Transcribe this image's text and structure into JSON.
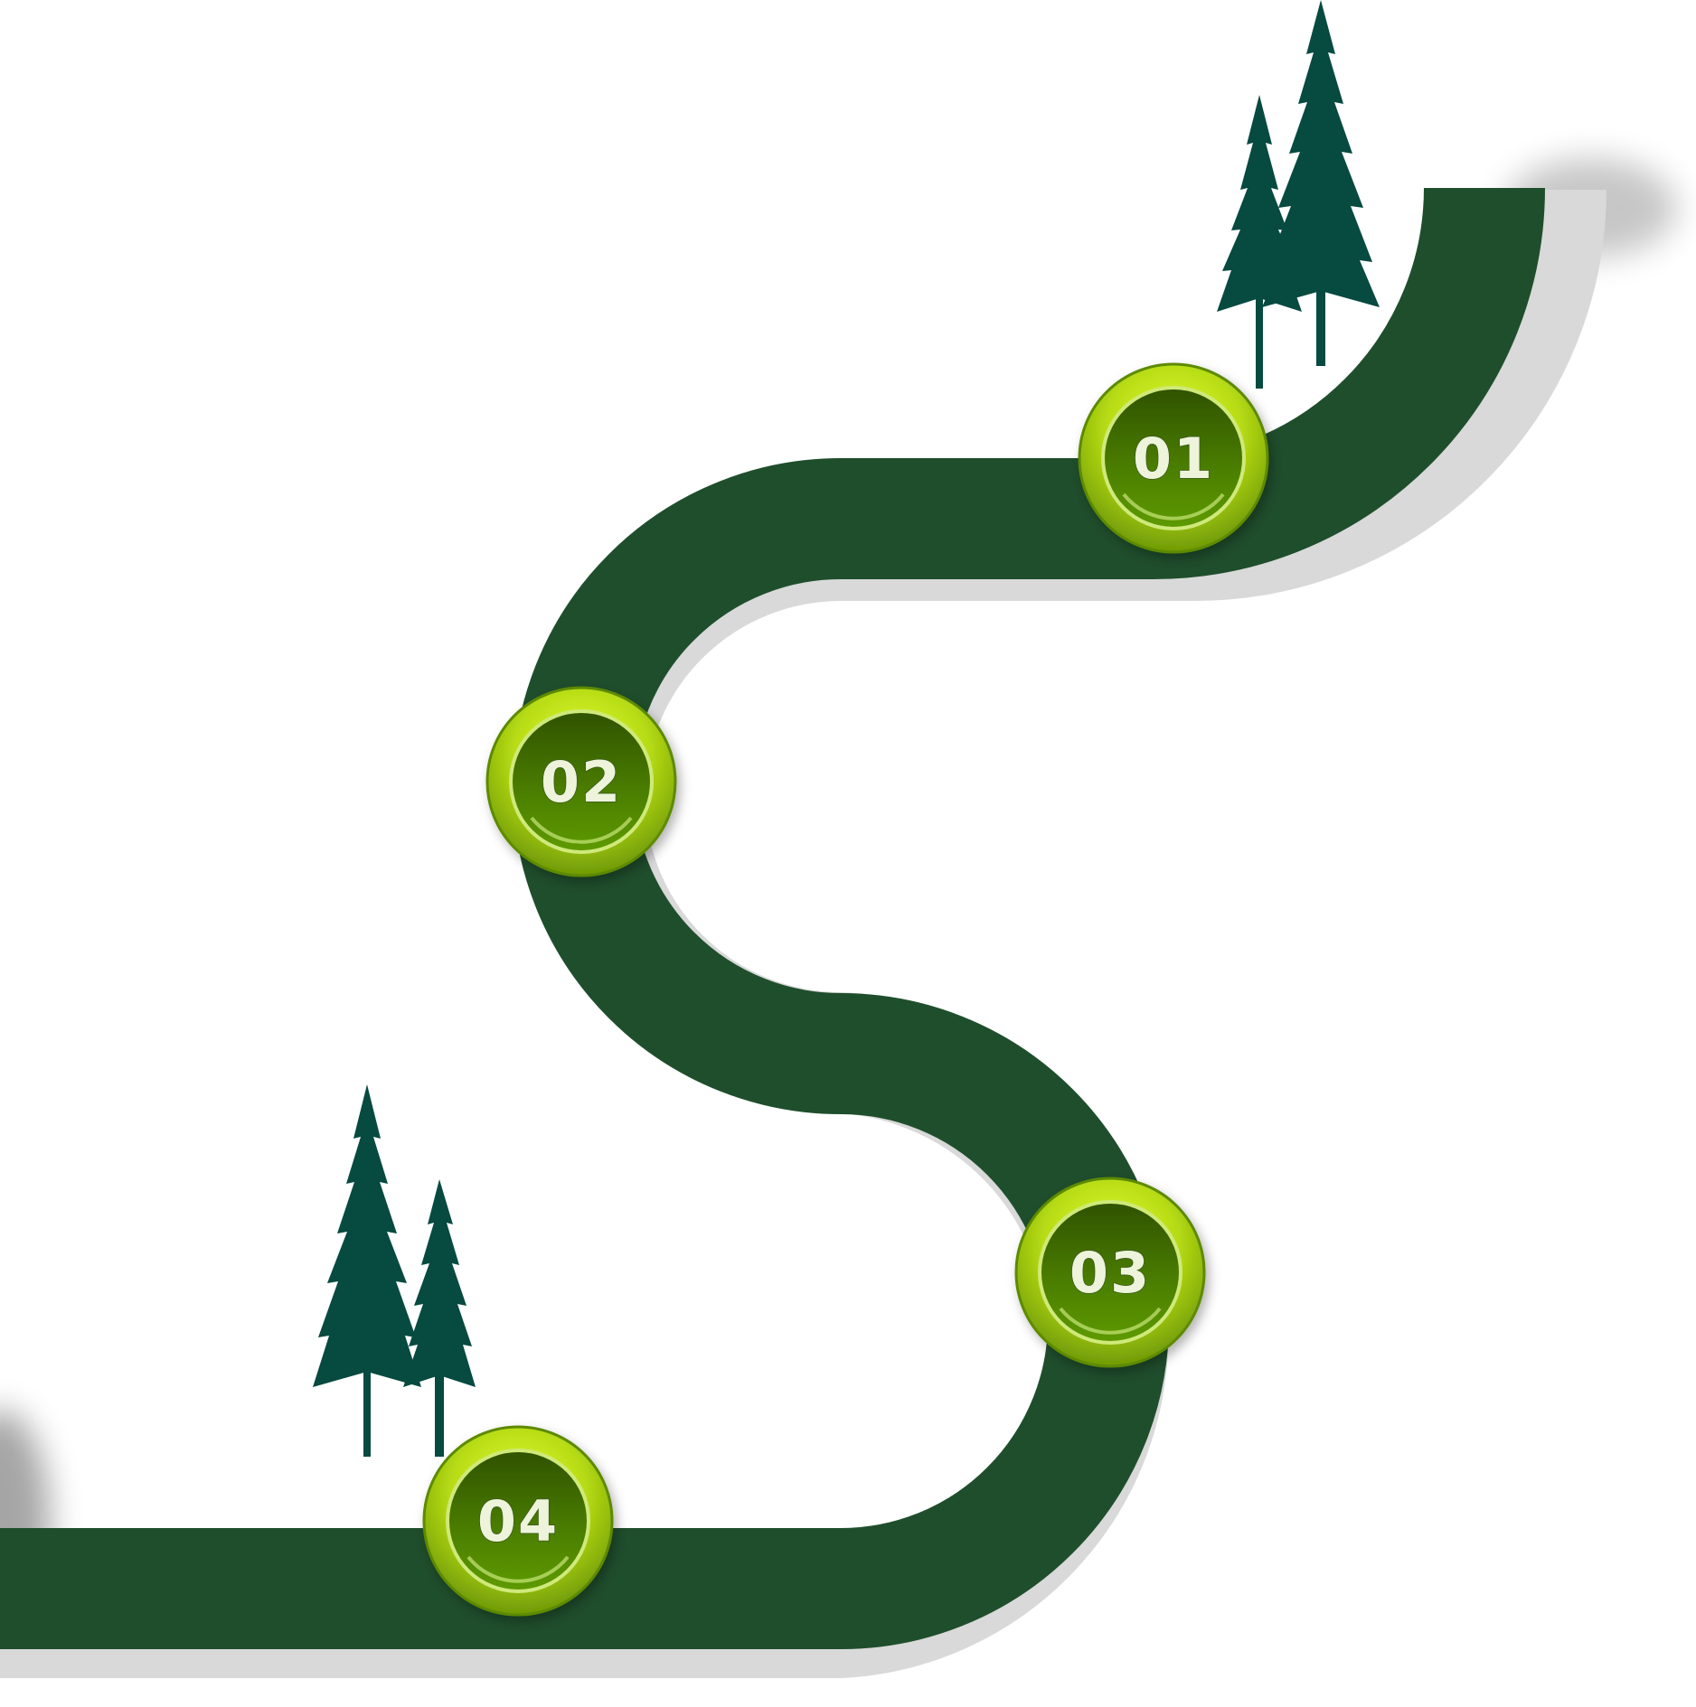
{
  "diagram": {
    "type": "winding-road-timeline",
    "road_color": "#1f4e2c",
    "shadow_color": "#d9d9d9",
    "tree_color": "#064a40",
    "marker_outer_color": "#c2e61b",
    "marker_inner_color": "#3d6500",
    "marker_text_color": "#eef3dc",
    "steps": [
      {
        "label": "01"
      },
      {
        "label": "02"
      },
      {
        "label": "03"
      },
      {
        "label": "04"
      }
    ],
    "tree_groups": [
      {
        "name": "top-right-trees",
        "count": 2
      },
      {
        "name": "bottom-left-trees",
        "count": 2
      }
    ]
  }
}
